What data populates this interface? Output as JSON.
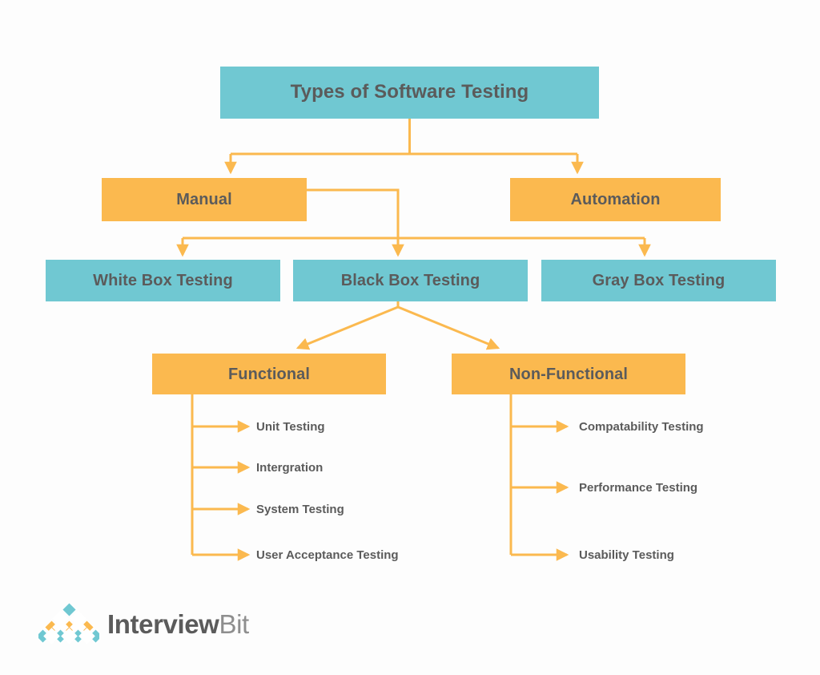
{
  "diagram": {
    "title": "Types of Software Testing",
    "root": {
      "label": "Types of Software Testing",
      "color": "#70c8d2"
    },
    "level2": [
      {
        "label": "Manual",
        "color": "#fbb94f"
      },
      {
        "label": "Automation",
        "color": "#fbb94f"
      }
    ],
    "level3": [
      {
        "label": "White Box Testing",
        "color": "#70c8d2"
      },
      {
        "label": "Black Box Testing",
        "color": "#70c8d2"
      },
      {
        "label": "Gray Box Testing",
        "color": "#70c8d2"
      }
    ],
    "level4": [
      {
        "label": "Functional",
        "color": "#fbb94f"
      },
      {
        "label": "Non-Functional",
        "color": "#fbb94f"
      }
    ],
    "functional_items": [
      "Unit Testing",
      "Intergration",
      "System Testing",
      "User Acceptance Testing"
    ],
    "nonfunctional_items": [
      "Compatability Testing",
      "Performance Testing",
      "Usability Testing"
    ]
  },
  "colors": {
    "teal": "#70c8d2",
    "amber": "#fbb94f",
    "connector": "#fbb94f",
    "text": "#5b5b5b",
    "background": "#fdfdfd",
    "logo_word_dark": "#5b5b5b",
    "logo_word_light": "#8e8e8e"
  },
  "logo": {
    "word_bold": "Interview",
    "word_light": "Bit",
    "mark": "diamond-pyramid-mark"
  }
}
